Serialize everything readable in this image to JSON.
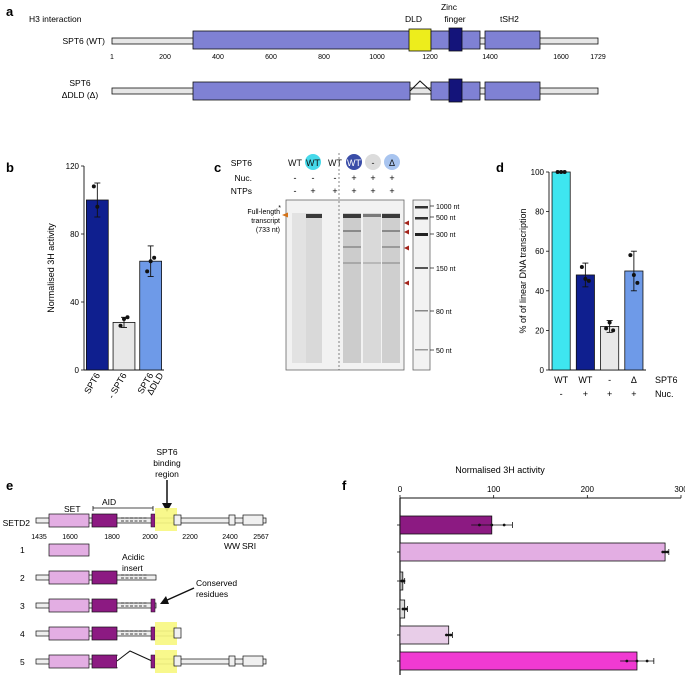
{
  "panels": {
    "a": "a",
    "b": "b",
    "c": "c",
    "d": "d",
    "e": "e",
    "f": "f"
  },
  "panel_a": {
    "row1_label": "SPT6 (WT)",
    "row2_label_line1": "SPT6",
    "row2_label_line2": "ΔDLD (Δ)",
    "h3_label": "H3 interaction",
    "dld_label": "DLD",
    "zinc_line1": "Zinc",
    "zinc_line2": "finger",
    "tsh2_label": "tSH2",
    "ticks": [
      "1",
      "200",
      "400",
      "600",
      "800",
      "1000",
      "1200",
      "1400",
      "1600",
      "1729"
    ],
    "colors": {
      "domain": "#7f81d4",
      "dld": "#eded1c",
      "zinc": "#14147a",
      "linker": "#e6e6e6"
    }
  },
  "panel_c": {
    "row_labels": [
      "SPT6",
      "Nuc.",
      "NTPs"
    ],
    "lanes": [
      "WT",
      "WT",
      "WT",
      "WT",
      "-",
      "Δ"
    ],
    "nuc": [
      "-",
      "-",
      "-",
      "+",
      "+",
      "+"
    ],
    "ntps": [
      "-",
      "+",
      "+",
      "+",
      "+",
      "+"
    ],
    "fl_line1": "Full-length",
    "fl_line2": "transcript",
    "fl_line3": "(733 nt)",
    "ladder": [
      "1000 nt",
      "500 nt",
      "300 nt",
      "150 nt",
      "80 nt",
      "50 nt"
    ],
    "star": "*"
  },
  "panel_e": {
    "construct_name": "SETD2",
    "set_label": "SET",
    "aid_label": "AID",
    "binding_line1": "SPT6",
    "binding_line2": "binding",
    "binding_line3": "region",
    "axis_numbers": [
      "1435",
      "1600",
      "1800",
      "2000",
      "2200",
      "2400",
      "2567"
    ],
    "ww": "WW",
    "sri": "SRI",
    "row_numbers": [
      "1",
      "2",
      "3",
      "4",
      "5"
    ],
    "acidic_line1": "Acidic",
    "acidic_line2": "insert",
    "conserved_line1": "Conserved",
    "conserved_line2": "residues"
  },
  "chart_data": [
    {
      "panel": "b",
      "type": "bar",
      "categories": [
        "SPT6",
        "- SPT6",
        "SPT6 ΔDLD"
      ],
      "values": [
        100,
        28,
        64
      ],
      "errors": [
        10,
        3,
        9
      ],
      "points": [
        [
          108,
          96
        ],
        [
          26,
          30,
          31
        ],
        [
          58,
          64,
          66
        ]
      ],
      "colors": [
        "#0f1f8f",
        "#e8e8e8",
        "#6e9ae8"
      ],
      "ylabel": "Normalised 3H activity",
      "ylim": [
        0,
        120
      ],
      "yticks": [
        0,
        40,
        80,
        120
      ]
    },
    {
      "panel": "d",
      "type": "bar",
      "categories": [
        "WT",
        "WT",
        "-",
        "Δ"
      ],
      "row_labels": [
        "SPT6",
        "Nuc."
      ],
      "nuc": [
        "-",
        "+",
        "+",
        "+"
      ],
      "values": [
        100,
        48,
        22,
        50
      ],
      "errors": [
        0,
        6,
        3,
        10
      ],
      "points": [
        [
          100,
          100,
          100
        ],
        [
          52,
          46,
          45
        ],
        [
          21,
          24,
          20
        ],
        [
          58,
          48,
          44
        ]
      ],
      "colors": [
        "#3ee6f0",
        "#0f1f8f",
        "#e8e8e8",
        "#6e9ae8"
      ],
      "ylabel": "% of of linear DNA transcription",
      "ylim": [
        0,
        100
      ],
      "yticks": [
        0,
        20,
        40,
        60,
        80,
        100
      ]
    },
    {
      "panel": "f",
      "type": "bar",
      "orientation": "horizontal",
      "categories": [
        "SETD2",
        "1",
        "2",
        "3",
        "4",
        "5"
      ],
      "values": [
        98,
        283,
        3,
        5,
        52,
        253
      ],
      "errors": [
        22,
        4,
        2,
        3,
        4,
        18
      ],
      "colors": [
        "#8c1a82",
        "#e3aee3",
        "#bbbbbb",
        "#dcdcdc",
        "#e8cde8",
        "#f03ad2"
      ],
      "title": "Normalised 3H activity",
      "xlim": [
        0,
        300
      ],
      "xticks": [
        0,
        100,
        200,
        300
      ]
    }
  ]
}
